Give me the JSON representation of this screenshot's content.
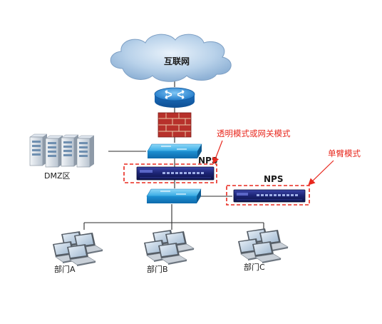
{
  "labels": {
    "internet": "互联网",
    "dmz": "DMZ区",
    "nps_top": "NPS",
    "nps_right": "NPS",
    "mode_transparent": "透明模式或网关模式",
    "mode_single_arm": "单臂模式",
    "dept_a": "部门A",
    "dept_b": "部门B",
    "dept_c": "部门C"
  },
  "colors": {
    "annotation": "#e8281e",
    "link": "#2b2b2b",
    "switch": "#2aa3e0",
    "router": "#1e88d8",
    "firewall": "#c0302a",
    "cloud": "#9fc0e0",
    "nps_device": "#1c2470"
  }
}
